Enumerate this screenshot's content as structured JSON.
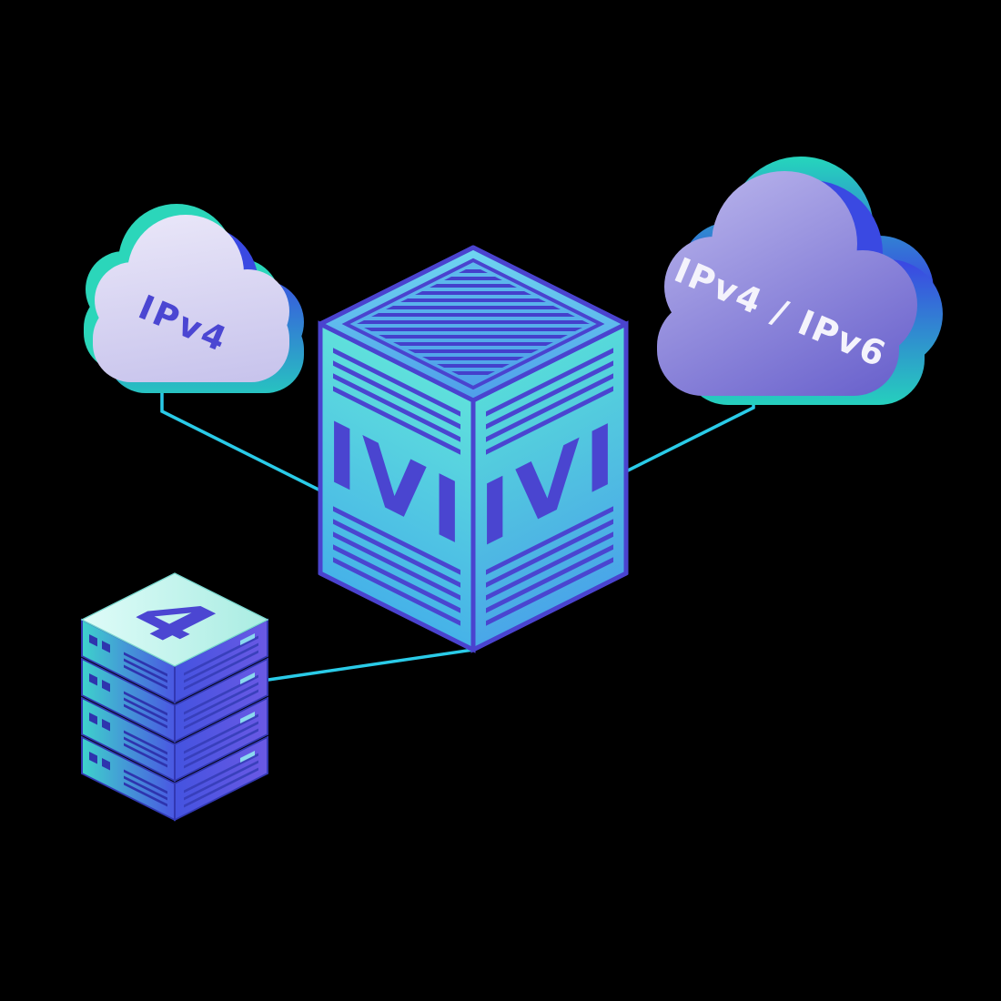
{
  "diagram": {
    "background_color": "#000000",
    "connector_color": "#2acbe8",
    "left_cloud": {
      "label": "IPv4",
      "body_color": "#dcd8f2",
      "label_color": "#4b46d2",
      "accent_teal": "#2bd6ba",
      "accent_blue": "#3a49e2"
    },
    "right_cloud": {
      "label": "IPv4 / IPv6",
      "body_color": "#8b85d8",
      "label_color": "#f4f3fc",
      "accent_teal": "#2bd6ba",
      "accent_blue": "#3a49e2"
    },
    "cube": {
      "left_face_label": "IVI",
      "right_face_label": "IVI",
      "face_color": "#58dcda",
      "top_color": "#55b0ea",
      "stripe_color": "#4a45d0"
    },
    "server_stack": {
      "label": "4",
      "unit_count": "4",
      "top_color": "#c9f7f0",
      "label_color": "#4b46d2"
    }
  }
}
